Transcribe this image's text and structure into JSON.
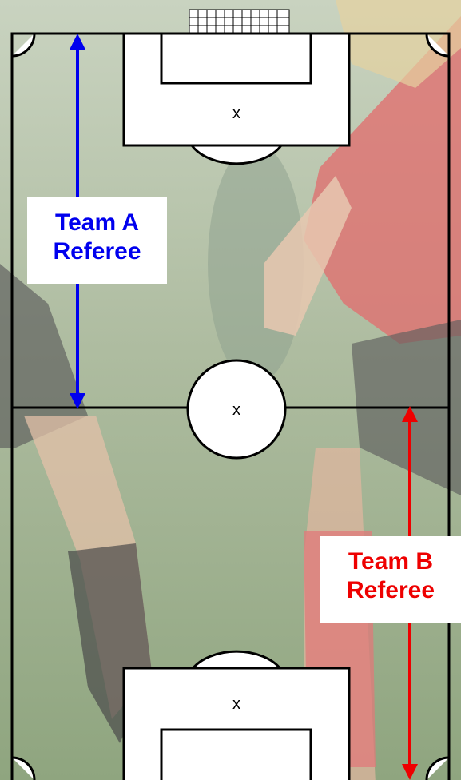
{
  "referees": {
    "team_a": {
      "line1": "Team A",
      "line2": "Referee",
      "color": "#0000ee"
    },
    "team_b": {
      "line1": "Team B",
      "line2": "Referee",
      "color": "#ee0000"
    }
  },
  "marks": {
    "top_penalty_spot": "x",
    "center_spot": "x",
    "bottom_penalty_spot": "x"
  },
  "colors": {
    "field_lines": "#000000",
    "field_fill": "#ffffff",
    "photo_green": "#7c9a6a"
  },
  "background": {
    "description_icon": "soccer-players-photo"
  }
}
